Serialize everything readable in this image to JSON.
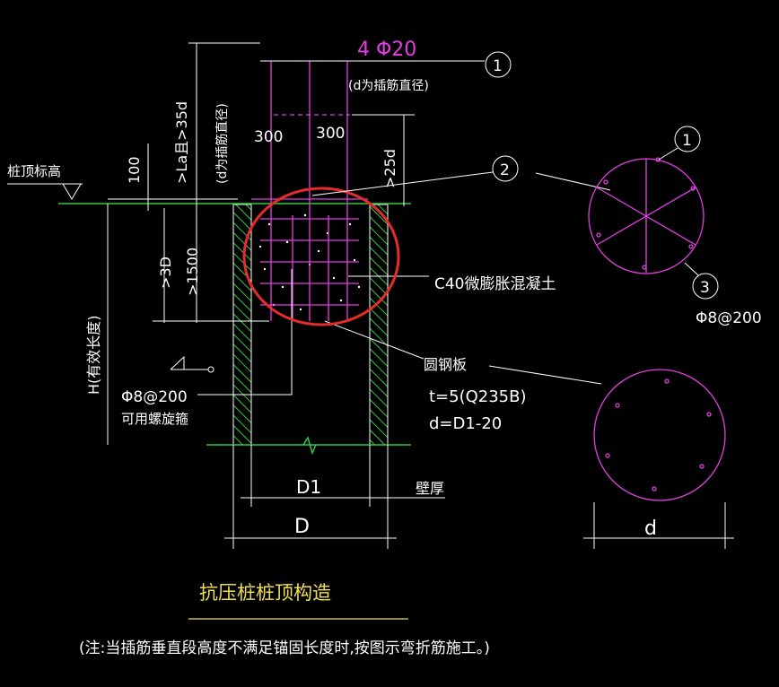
{
  "rebar_top": "4 Φ20",
  "rebar_top_note": "(d为插筋直径)",
  "anchorage_vertical": ">La且>35d",
  "anchorage_vertical_note": "(d为插筋直径)",
  "spacing_left": "300",
  "spacing_right": "300",
  "dim_25d": ">25d",
  "dim_100": "100",
  "pile_top_elevation": "桩顶标高",
  "dim_3d": ">3D",
  "dim_1500": ">1500",
  "effective_length": "H(有效长度)",
  "concrete_label": "C40微膨胀混凝土",
  "steel_plate": "圆钢板",
  "steel_plate_t": "t=5(Q235B)",
  "steel_plate_d": "d=D1-20",
  "stirrup": "Φ8@200",
  "stirrup_note": "可用螺旋箍",
  "dim_D1": "D1",
  "dim_D": "D",
  "wall_thickness": "壁厚",
  "section_stirrup": "Φ8@200",
  "section_dim_d": "d",
  "callout_1": "1",
  "callout_2": "2",
  "callout_3": "3",
  "title": "抗压桩桩顶构造",
  "note": "(注:当插筋垂直段高度不满足锚固长度时,按图示弯折筋施工。)",
  "colors": {
    "background": "#000000",
    "rebar": "#e040e0",
    "ground": "#2ecc40",
    "highlight": "#e52b2b",
    "title": "#f0e050",
    "text": "#ffffff"
  }
}
